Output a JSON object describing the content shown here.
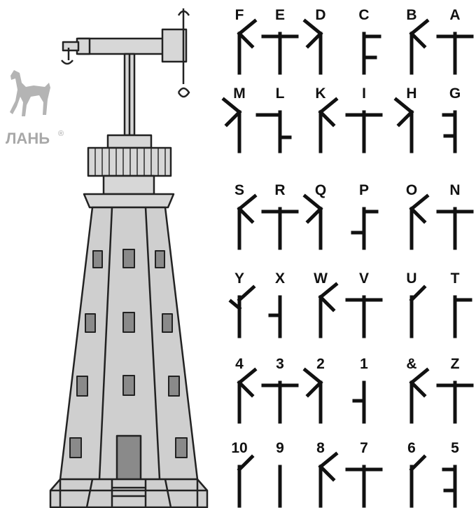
{
  "logo": {
    "text": "ЛАНЬ",
    "registered": "®"
  },
  "grid": {
    "rows": [
      [
        "F",
        "E",
        "D",
        "C",
        "B",
        "A"
      ],
      [
        "M",
        "L",
        "K",
        "I",
        "H",
        "G"
      ],
      [
        "S",
        "R",
        "Q",
        "P",
        "O",
        "N"
      ],
      [
        "Y",
        "X",
        "W",
        "V",
        "U",
        "T"
      ],
      [
        "4",
        "3",
        "2",
        "1",
        "&",
        "Z"
      ],
      [
        "10",
        "9",
        "8",
        "7",
        "6",
        "5"
      ]
    ]
  }
}
